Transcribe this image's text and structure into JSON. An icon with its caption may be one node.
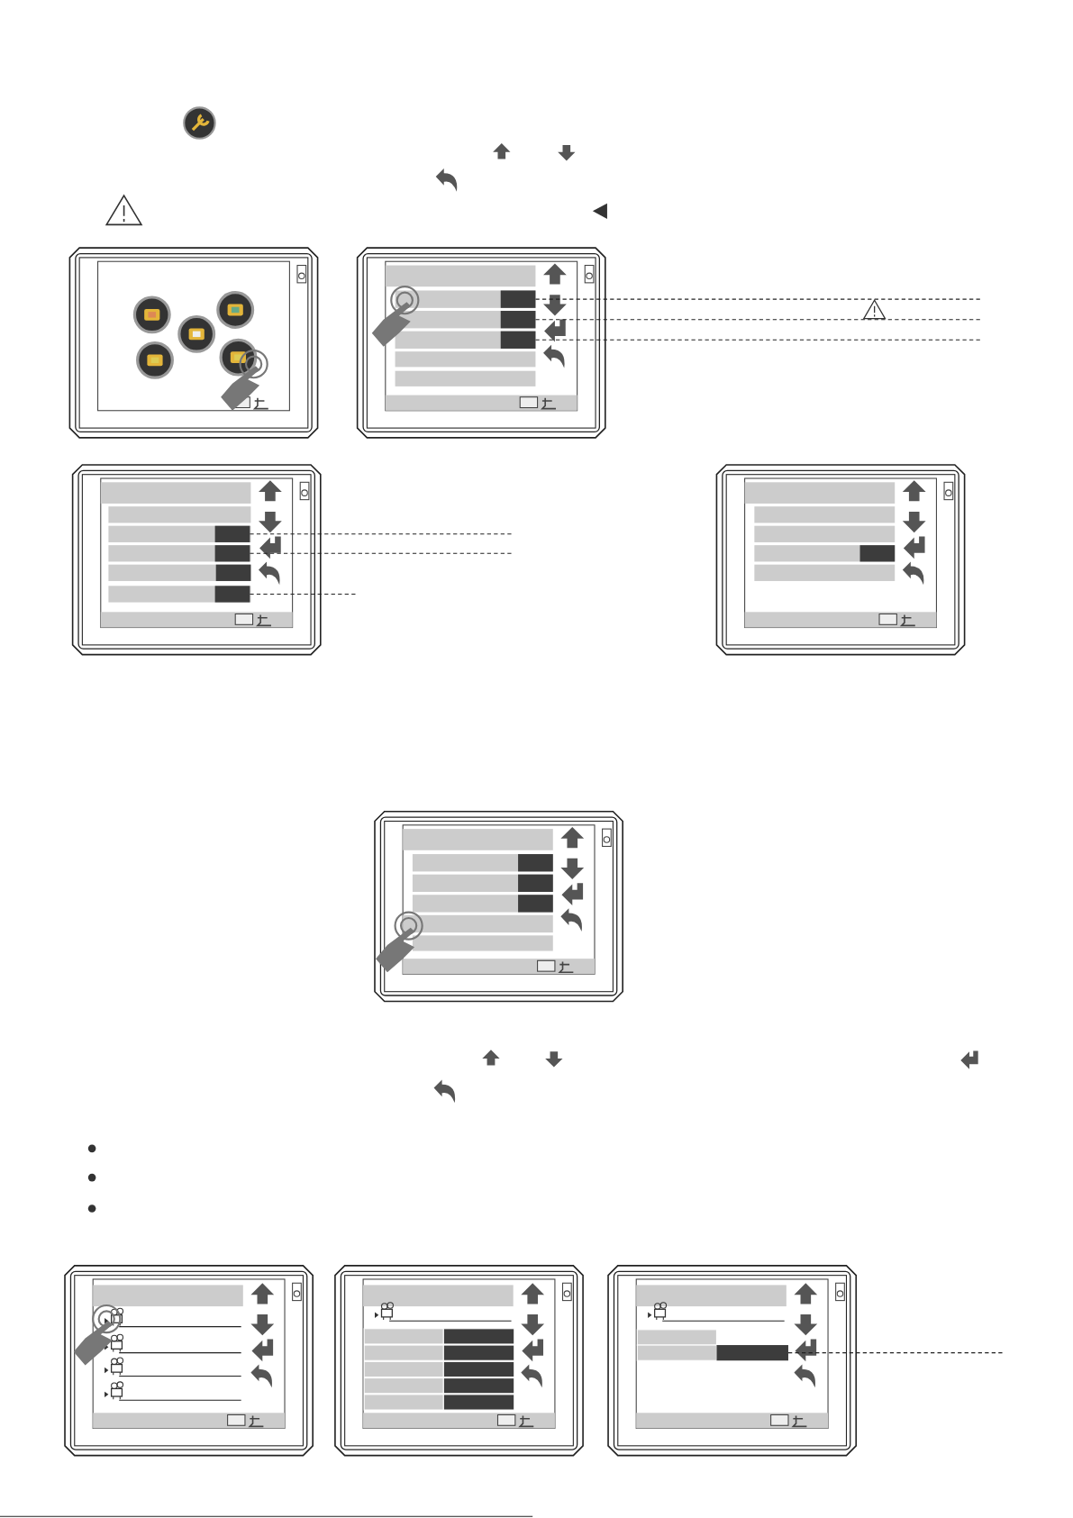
{
  "diagram": {
    "nodes": [
      {
        "text": [],
        "shape": "bar"
      },
      {
        "text": [],
        "shape": "bar"
      },
      {
        "text": [],
        "shape": "bar"
      },
      {
        "text": [],
        "shape": "bar"
      },
      {
        "text": [],
        "shape": "bar"
      },
      {
        "text": [],
        "shape": "bar"
      },
      {
        "text": [],
        "shape": "bar"
      }
    ],
    "edges": [
      {
        "from": 0,
        "to": null,
        "arrow": "none"
      },
      {
        "from": 1,
        "to": null,
        "arrow": "none"
      },
      {
        "from": 2,
        "to": null,
        "arrow": "none"
      },
      {
        "from": 3,
        "to": null,
        "arrow": "none"
      },
      {
        "from": 4,
        "to": null,
        "arrow": "none"
      },
      {
        "from": 5,
        "to": null,
        "arrow": "none"
      },
      {
        "from": 6,
        "to": null,
        "arrow": "none"
      }
    ]
  }
}
